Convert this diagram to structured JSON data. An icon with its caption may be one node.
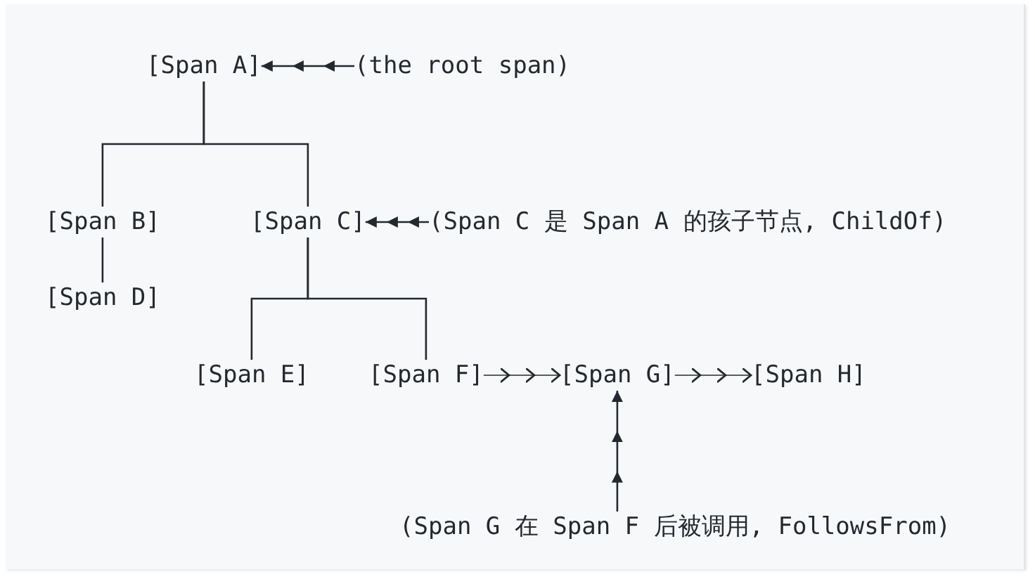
{
  "diagram": {
    "nodes": [
      {
        "text": [
          "[Span A]"
        ]
      },
      {
        "text": [
          "(the root span)"
        ]
      },
      {
        "text": [
          "[Span B]"
        ]
      },
      {
        "text": [
          "[Span C]"
        ]
      },
      {
        "text": [
          "(Span C 是 Span A 的孩子节点, ChildOf)"
        ]
      },
      {
        "text": [
          "[Span D]"
        ]
      },
      {
        "text": [
          "[Span E]"
        ]
      },
      {
        "text": [
          "[Span F]"
        ]
      },
      {
        "text": [
          "[Span G]"
        ]
      },
      {
        "text": [
          "[Span H]"
        ]
      },
      {
        "text": [
          "(Span G 在 Span F 后被调用, FollowsFrom)"
        ]
      }
    ],
    "edges": [
      {
        "from": 1,
        "to": 0,
        "arrow": "to"
      },
      {
        "from": 0,
        "to": 2,
        "arrow": "none"
      },
      {
        "from": 0,
        "to": 3,
        "arrow": "none"
      },
      {
        "from": 4,
        "to": 3,
        "arrow": "to"
      },
      {
        "from": 2,
        "to": 5,
        "arrow": "none"
      },
      {
        "from": 3,
        "to": 6,
        "arrow": "none"
      },
      {
        "from": 3,
        "to": 7,
        "arrow": "none"
      },
      {
        "from": 7,
        "to": 8,
        "arrow": "to"
      },
      {
        "from": 8,
        "to": 9,
        "arrow": "to"
      },
      {
        "from": 10,
        "to": 8,
        "arrow": "to"
      }
    ]
  }
}
